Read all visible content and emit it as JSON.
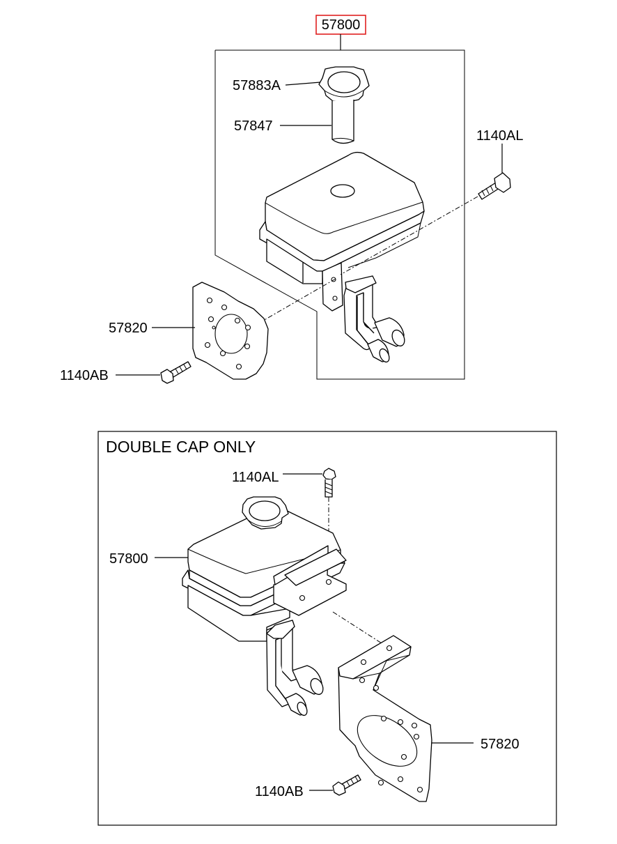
{
  "top_assembly": {
    "assembly_no": "57800",
    "assembly_highlight_color": "#e02020",
    "labels": {
      "cap": "57883A",
      "strainer": "57847",
      "bolt_upper": "1140AL",
      "bracket": "57820",
      "bolt_lower": "1140AB"
    }
  },
  "double_cap_box": {
    "title": "DOUBLE CAP ONLY",
    "labels": {
      "bolt_upper": "1140AL",
      "reservoir": "57800",
      "bracket": "57820",
      "bolt_lower": "1140AB"
    }
  }
}
